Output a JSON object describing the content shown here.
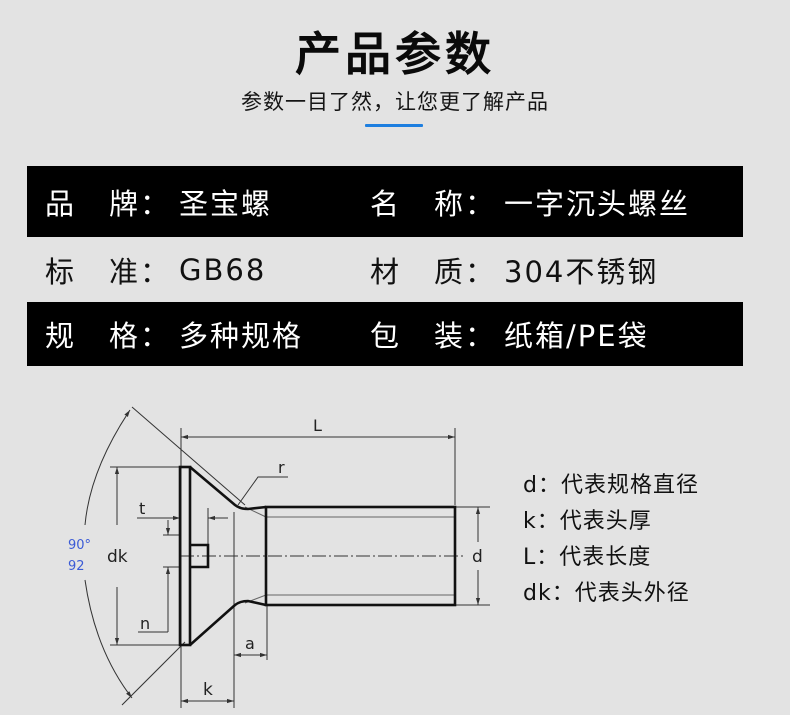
{
  "header": {
    "title": "产品参数",
    "subtitle": "参数一目了然，让您更了解产品",
    "accent_color": "#1e7fe0"
  },
  "params": [
    {
      "style": "dark",
      "left": {
        "k1": "品",
        "k2": "牌",
        "sep": "：",
        "value": "圣宝螺"
      },
      "right": {
        "k1": "名",
        "k2": "称",
        "sep": "：",
        "value": "一字沉头螺丝"
      }
    },
    {
      "style": "light",
      "left": {
        "k1": "标",
        "k2": "准",
        "sep": "：",
        "value": "GB68"
      },
      "right": {
        "k1": "材",
        "k2": "质",
        "sep": "：",
        "value": "304不锈钢"
      }
    },
    {
      "style": "dark",
      "left": {
        "k1": "规",
        "k2": "格",
        "sep": "：",
        "value": "多种规格"
      },
      "right": {
        "k1": "包",
        "k2": "装",
        "sep": "：",
        "value": "纸箱/PE袋"
      }
    }
  ],
  "diagram": {
    "labels": {
      "L": "L",
      "r": "r",
      "t": "t",
      "dk": "dk",
      "d": "d",
      "n": "n",
      "a": "a",
      "k": "k",
      "angle_top": "90°",
      "angle_bottom": "92"
    },
    "angle_color": "#3b5bd6"
  },
  "legend": [
    {
      "key": "d",
      "sep": "：",
      "desc": "代表规格直径"
    },
    {
      "key": "k",
      "sep": "：",
      "desc": "代表头厚"
    },
    {
      "key": "L",
      "sep": "：",
      "desc": "代表长度"
    },
    {
      "key": "dk",
      "sep": "：",
      "desc": "代表头外径"
    }
  ]
}
